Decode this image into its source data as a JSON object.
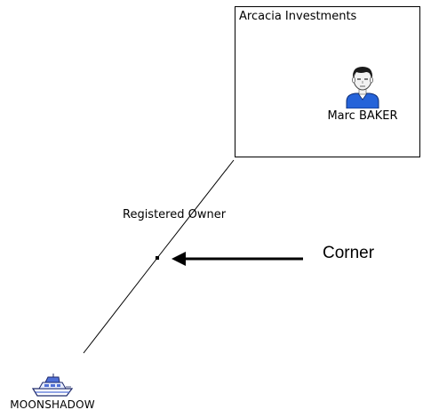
{
  "group": {
    "title": "Arcacia Investments"
  },
  "person": {
    "label": "Marc BAKER"
  },
  "link": {
    "label": "Registered Owner"
  },
  "callout": {
    "label": "Corner"
  },
  "vessel": {
    "label": "MOONSHADOW"
  },
  "colors": {
    "line": "#000000",
    "person_shirt": "#2563d9",
    "person_hair": "#1a1a1a",
    "person_skin": "#f2f2f2",
    "vessel_hull": "#ffffff",
    "vessel_cabin": "#4f6fd6",
    "vessel_outline": "#1f2a6b"
  },
  "icons": {
    "person": "person-icon",
    "vessel": "boat-icon"
  }
}
